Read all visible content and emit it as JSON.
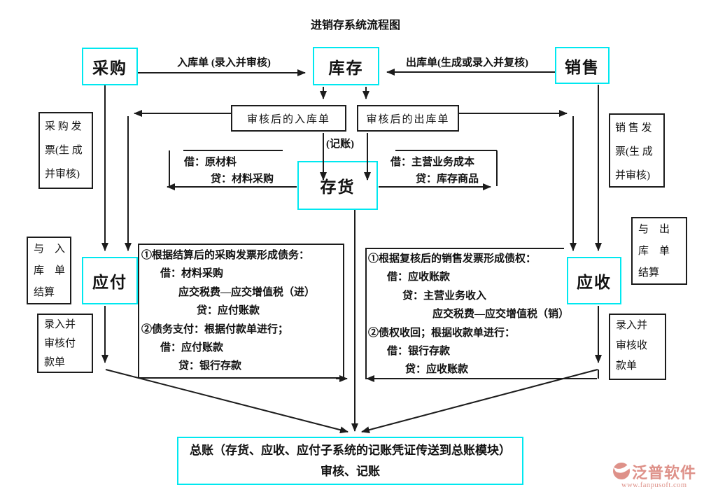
{
  "title": "进销存系统流程图",
  "colors": {
    "accent_cyan": "#00e8f0",
    "line_black": "#1c1c1c",
    "watermark_salmon": "#de9189"
  },
  "nodes": {
    "purchase": "采购",
    "inventory": "库存",
    "sales": "销售",
    "stock": "存货",
    "payable": "应付",
    "receivable": "应收"
  },
  "edge_labels": {
    "inbound": "入库单 (录入并审核)",
    "outbound": "出库单(生成或录入并复核)",
    "posting": "(记账)"
  },
  "doc_boxes": {
    "audited_inbound": "审核后的入库单",
    "audited_outbound": "审核后的出库单",
    "purchase_invoice": [
      "采 购 发",
      "票(生 成",
      "并审核)"
    ],
    "sales_invoice": [
      "销 售 发",
      "票(生 成",
      "并审核)"
    ],
    "settle_with_inbound": [
      "与　入",
      "库　单",
      "结算"
    ],
    "settle_with_outbound": [
      "与　出",
      "库　单",
      "结算"
    ],
    "payment_voucher": [
      "录入并",
      "审核付",
      "款单"
    ],
    "receipt_voucher": [
      "录入并",
      "审核收",
      "款单"
    ]
  },
  "stock_entries": {
    "left": [
      "借：原材料",
      "贷：材料采购"
    ],
    "right": [
      "借：主营业务成本",
      "贷：库存商品"
    ]
  },
  "payable_note": [
    "①根据结算后的采购发票形成债务：",
    "借：材料采购",
    "应交税费—应交增值税（进）",
    "贷：应付账款",
    "②债务支付：根据付款单进行；",
    "借：应付账款",
    "贷：银行存款"
  ],
  "receivable_note": [
    "①根据复核后的销售发票形成债权：",
    "借：应收账款",
    "贷：主营业务收入",
    "应交税费—应交增值税（销）",
    "②债权收回；根据收款单进行：",
    "借：银行存款",
    "贷：应收账款"
  ],
  "ledger": {
    "line1": "总账（存货、应收、应付子系统的记账凭证传送到总账模块）",
    "line2": "审核、记账"
  },
  "watermark": {
    "brand": "泛普软件",
    "url": "www.fanpusoft.com"
  }
}
